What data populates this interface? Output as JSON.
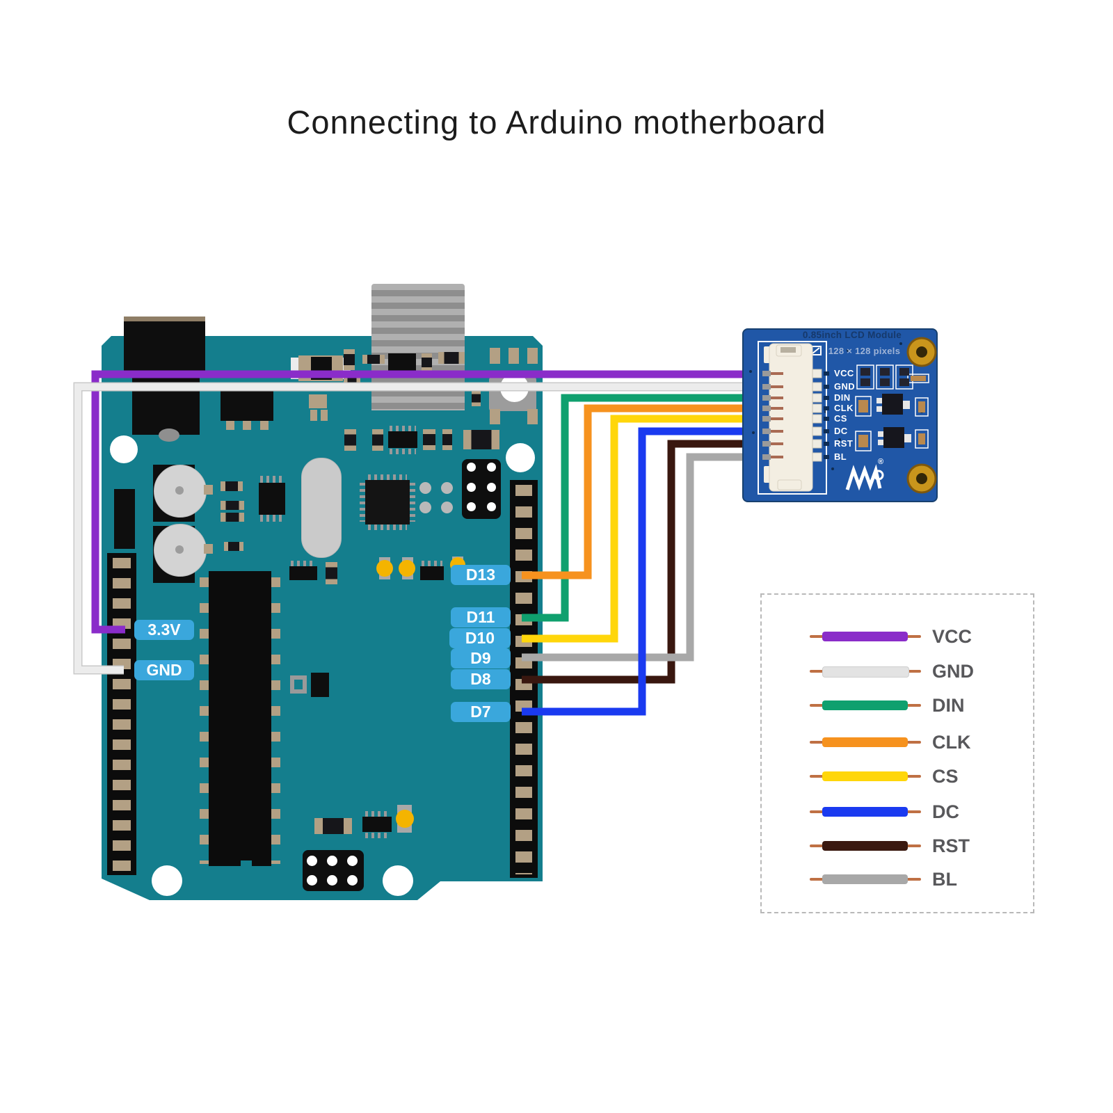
{
  "title": "Connecting to Arduino motherboard",
  "arduino": {
    "name": "Arduino motherboard",
    "power_labels": [
      {
        "text": "3.3V"
      },
      {
        "text": "GND"
      }
    ],
    "digital_labels": [
      {
        "text": "D13"
      },
      {
        "text": "D11"
      },
      {
        "text": "D10"
      },
      {
        "text": "D9"
      },
      {
        "text": "D8"
      },
      {
        "text": "D7"
      }
    ]
  },
  "lcd": {
    "title": "0.85inch LCD Module",
    "subtitle": "128 × 128 pixels",
    "reg_mark": "®",
    "pins": [
      "VCC",
      "GND",
      "DIN",
      "CLK",
      "CS",
      "DC",
      "RST",
      "BL"
    ]
  },
  "wires": [
    {
      "signal": "VCC",
      "arduino_pin": "3.3V",
      "lcd_pin": "VCC",
      "color": "#8a2cc9"
    },
    {
      "signal": "GND",
      "arduino_pin": "GND",
      "lcd_pin": "GND",
      "color": "#ececec"
    },
    {
      "signal": "DIN",
      "arduino_pin": "D11",
      "lcd_pin": "DIN",
      "color": "#0fa06e"
    },
    {
      "signal": "CLK",
      "arduino_pin": "D13",
      "lcd_pin": "CLK",
      "color": "#f6921e"
    },
    {
      "signal": "CS",
      "arduino_pin": "D10",
      "lcd_pin": "CS",
      "color": "#ffd60a"
    },
    {
      "signal": "RST",
      "arduino_pin": "D8",
      "lcd_pin": "RST",
      "color": "#39170f"
    },
    {
      "signal": "BL",
      "arduino_pin": "D9",
      "lcd_pin": "BL",
      "color": "#a8a8a8"
    },
    {
      "signal": "DC",
      "arduino_pin": "D7",
      "lcd_pin": "DC",
      "color": "#1a3af0"
    }
  ],
  "legend": {
    "items": [
      {
        "label": "VCC",
        "color": "#8a2cc9"
      },
      {
        "label": "GND",
        "color": "#e3e3e3"
      },
      {
        "label": "DIN",
        "color": "#0fa06e"
      },
      {
        "label": "CLK",
        "color": "#f6921e"
      },
      {
        "label": "CS",
        "color": "#ffd60a"
      },
      {
        "label": "DC",
        "color": "#1a3af0"
      },
      {
        "label": "RST",
        "color": "#3a180f"
      },
      {
        "label": "BL",
        "color": "#a8a8a8"
      }
    ]
  }
}
